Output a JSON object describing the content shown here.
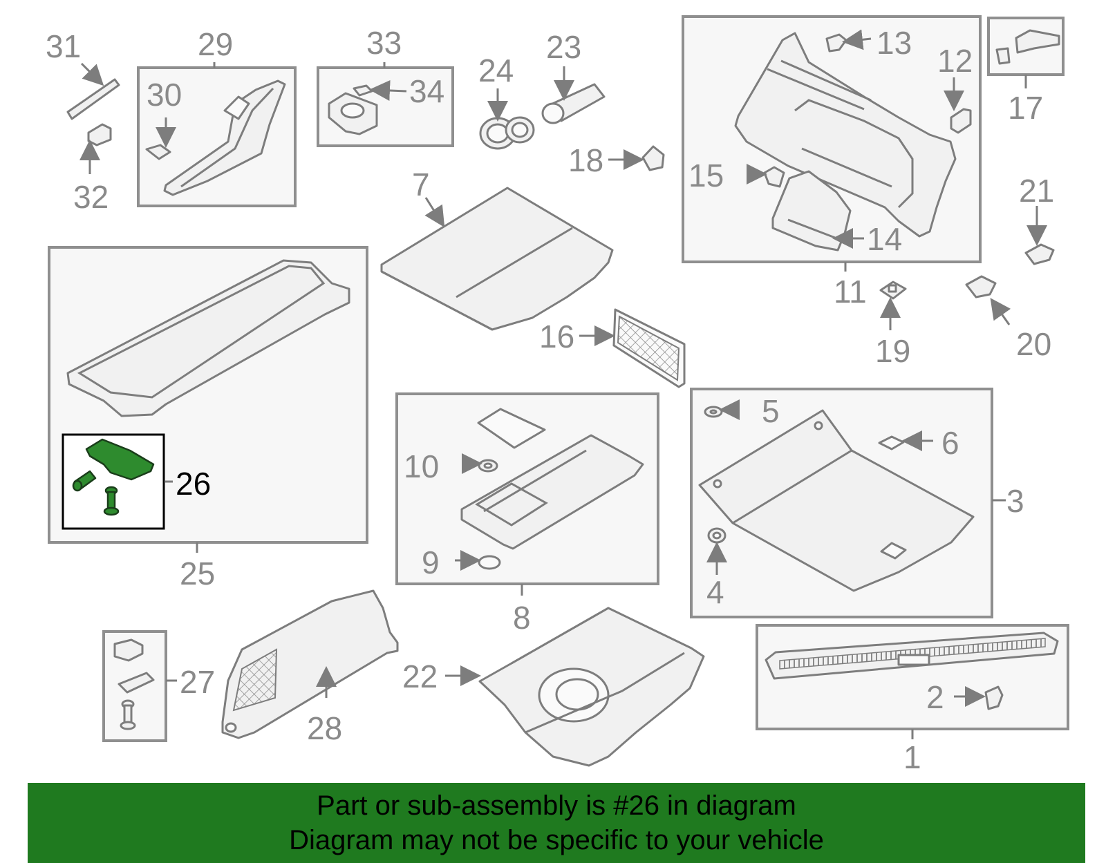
{
  "colors": {
    "highlight": "#2e8b2e",
    "banner_bg": "#1f7a1f",
    "callout_gray": "#8a8a8a"
  },
  "callouts": {
    "n1": "1",
    "n2": "2",
    "n3": "3",
    "n4": "4",
    "n5": "5",
    "n6": "6",
    "n7": "7",
    "n8": "8",
    "n9": "9",
    "n10": "10",
    "n11": "11",
    "n12": "12",
    "n13": "13",
    "n14": "14",
    "n15": "15",
    "n16": "16",
    "n17": "17",
    "n18": "18",
    "n19": "19",
    "n20": "20",
    "n21": "21",
    "n22": "22",
    "n23": "23",
    "n24": "24",
    "n25": "25",
    "n26": "26",
    "n27": "27",
    "n28": "28",
    "n29": "29",
    "n30": "30",
    "n31": "31",
    "n32": "32",
    "n33": "33",
    "n34": "34"
  },
  "highlighted_part": "26",
  "banner": {
    "line1": "Part or sub-assembly is #26 in diagram",
    "line2": "Diagram may not be specific to your vehicle"
  }
}
